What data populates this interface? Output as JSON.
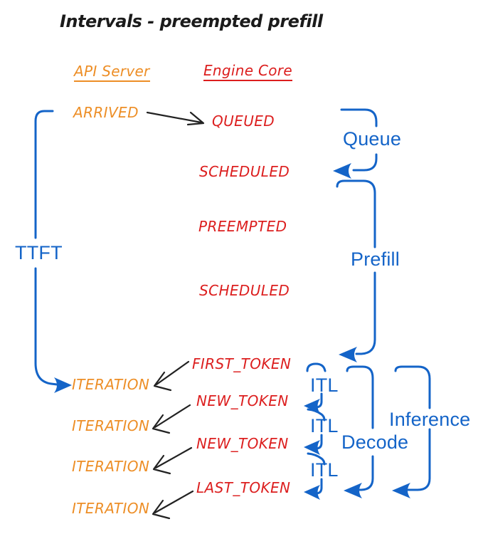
{
  "title": "Intervals - preempted prefill",
  "colors": {
    "api_orange": "#ED8E26",
    "engine_red": "#DC1E1E",
    "interval_blue": "#1464C8",
    "arrow_black": "#222222",
    "background": "#FFFFFF"
  },
  "headers": {
    "api_server": "API Server",
    "engine_core": "Engine Core"
  },
  "api_events": {
    "arrived": "ARRIVED",
    "iteration1": "ITERATION",
    "iteration2": "ITERATION",
    "iteration3": "ITERATION",
    "iteration4": "ITERATION"
  },
  "engine_events": {
    "queued": "QUEUED",
    "scheduled1": "SCHEDULED",
    "preempted": "PREEMPTED",
    "scheduled2": "SCHEDULED",
    "first_token": "FIRST_TOKEN",
    "new_token1": "NEW_TOKEN",
    "new_token2": "NEW_TOKEN",
    "last_token": "LAST_TOKEN"
  },
  "intervals": {
    "ttft": "TTFT",
    "queue": "Queue",
    "prefill": "Prefill",
    "itl1": "ITL",
    "itl2": "ITL",
    "itl3": "ITL",
    "decode": "Decode",
    "inference": "Inference"
  }
}
